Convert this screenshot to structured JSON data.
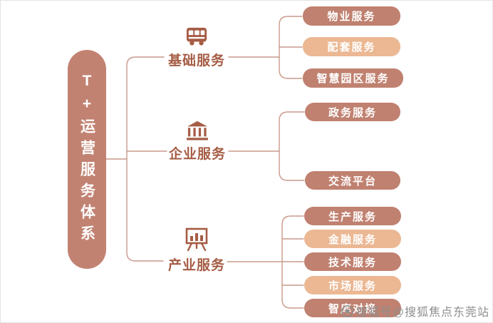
{
  "root": {
    "label": "T+运营服务体系"
  },
  "branches": [
    {
      "label": "基础服务",
      "icon": "bus-icon",
      "children": [
        {
          "label": "物业服务",
          "tone": "dark"
        },
        {
          "label": "配套服务",
          "tone": "light"
        },
        {
          "label": "智慧园区服务",
          "tone": "dark"
        }
      ]
    },
    {
      "label": "企业服务",
      "icon": "bank-icon",
      "children": [
        {
          "label": "政务服务",
          "tone": "dark"
        },
        {
          "label": "交流平台",
          "tone": "dark"
        }
      ]
    },
    {
      "label": "产业服务",
      "icon": "presentation-chart-icon",
      "children": [
        {
          "label": "生产服务",
          "tone": "dark"
        },
        {
          "label": "金融服务",
          "tone": "light"
        },
        {
          "label": "技术服务",
          "tone": "dark"
        },
        {
          "label": "市场服务",
          "tone": "light"
        },
        {
          "label": "智库对接",
          "tone": "dark"
        }
      ]
    }
  ],
  "watermark": {
    "text": "搜狐号@搜狐焦点东莞站"
  },
  "colors": {
    "node_dark": "#c08170",
    "node_light": "#ebb893",
    "root_pill": "#c28272",
    "branch_text": "#a55c44",
    "line": "#c9998a",
    "watermark_text": "#8e8e8e"
  }
}
